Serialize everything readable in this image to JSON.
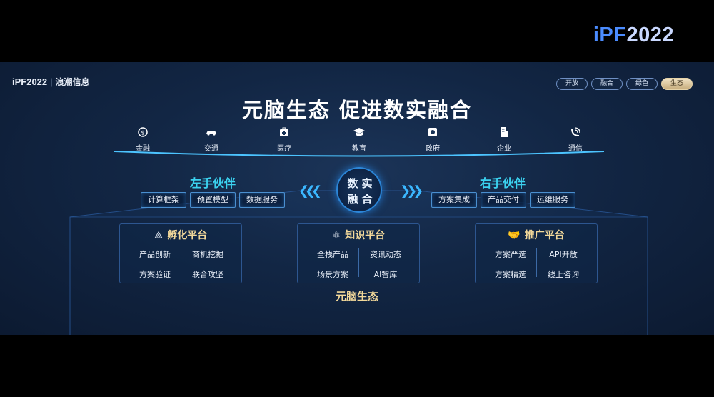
{
  "corner_logo": {
    "prefix": "iPF",
    "suffix": "2022"
  },
  "slide": {
    "brand": {
      "event": "iPF2022",
      "separator": "|",
      "company": "浪潮信息"
    },
    "tags": [
      {
        "label": "开放",
        "active": false
      },
      {
        "label": "融合",
        "active": false
      },
      {
        "label": "绿色",
        "active": false
      },
      {
        "label": "生态",
        "active": true
      }
    ],
    "title": "元脑生态  促进数实融合",
    "industries": [
      {
        "label": "金融",
        "icon": "finance-icon"
      },
      {
        "label": "交通",
        "icon": "car-icon"
      },
      {
        "label": "医疗",
        "icon": "medical-kit-icon"
      },
      {
        "label": "教育",
        "icon": "graduation-cap-icon"
      },
      {
        "label": "政府",
        "icon": "government-icon"
      },
      {
        "label": "企业",
        "icon": "building-icon"
      },
      {
        "label": "通信",
        "icon": "satellite-icon"
      }
    ],
    "left_partners": {
      "title": "左手伙伴",
      "items": [
        "计算框架",
        "预置模型",
        "数据服务"
      ]
    },
    "right_partners": {
      "title": "右手伙伴",
      "items": [
        "方案集成",
        "产品交付",
        "运维服务"
      ]
    },
    "center": {
      "chars": [
        "数",
        "实",
        "融",
        "合"
      ]
    },
    "platforms": [
      {
        "title": "孵化平台",
        "icon": "triangle-shapes-icon",
        "items": [
          "产品创新",
          "商机挖掘",
          "方案验证",
          "联合攻坚"
        ]
      },
      {
        "title": "知识平台",
        "icon": "atom-icon",
        "items": [
          "全栈产品",
          "资讯动态",
          "场景方案",
          "AI智库"
        ]
      },
      {
        "title": "推广平台",
        "icon": "handshake-icon",
        "items": [
          "方案严选",
          "API开放",
          "方案精选",
          "线上咨询"
        ]
      }
    ],
    "ecosystem_label": "元脑生态"
  }
}
